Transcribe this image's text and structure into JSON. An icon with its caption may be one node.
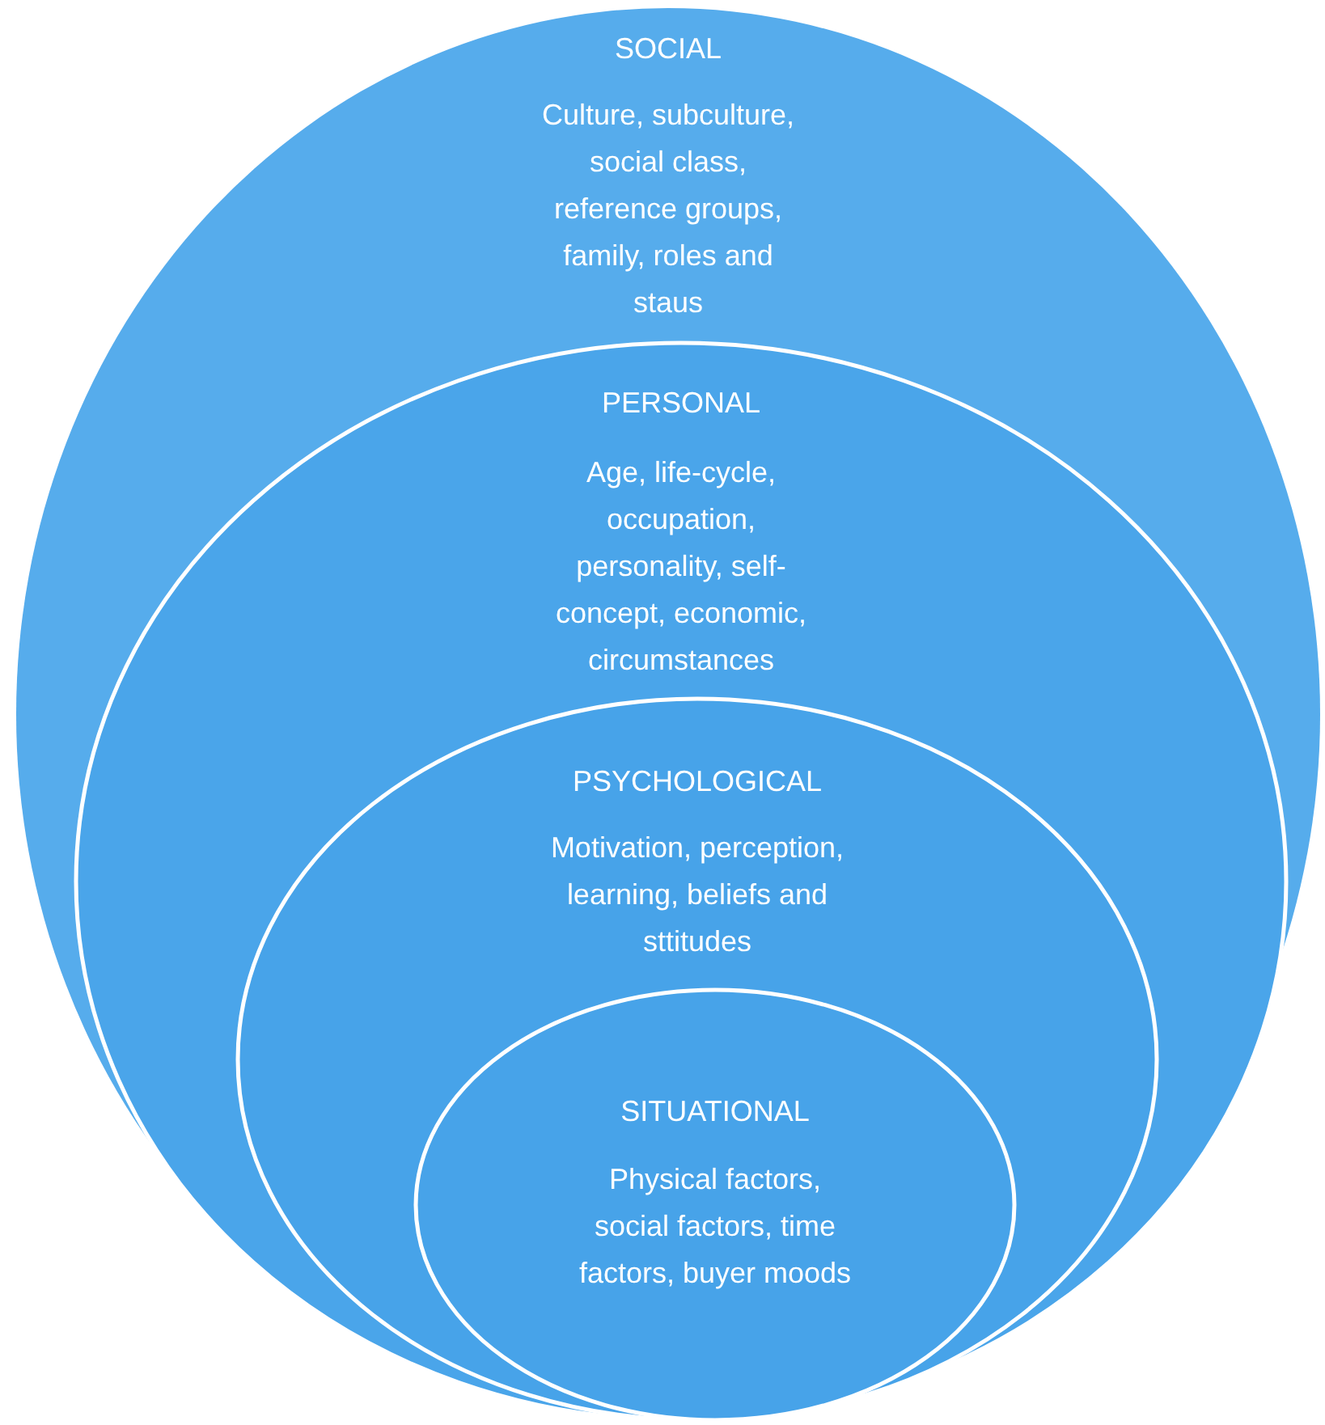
{
  "diagram": {
    "nodes": [
      {
        "text": [
          "SOCIAL",
          "Culture, subculture, social class, reference groups, family, roles and staus"
        ]
      },
      {
        "text": [
          "PERSONAL",
          "Age, life-cycle, occupation, personality, self-concept, economic, circumstances"
        ],
        "in": 0
      },
      {
        "text": [
          "PSYCHOLOGICAL",
          "Motivation, perception, learning, beliefs and sttitudes"
        ],
        "in": 1
      },
      {
        "text": [
          "SITUATIONAL",
          "Physical factors, social factors, time factors, buyer moods"
        ],
        "in": 2
      }
    ]
  }
}
